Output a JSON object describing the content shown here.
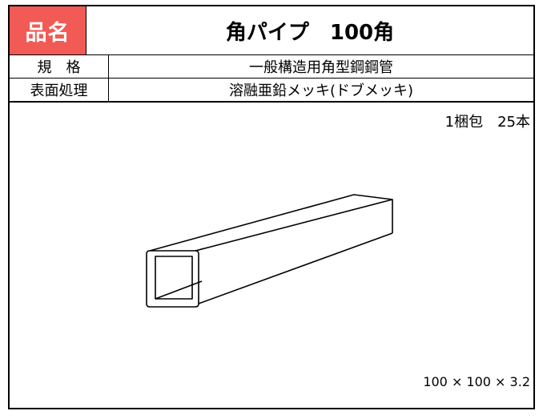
{
  "product": {
    "name_label": "品名",
    "name_value": "角パイプ　100角"
  },
  "specs": [
    {
      "label": "規　格",
      "value": "一般構造用角型鋼鋼管"
    },
    {
      "label": "表面処理",
      "value": "溶融亜鉛メッキ(ドブメッキ)"
    }
  ],
  "packaging": "1梱包　25本",
  "dimensions": "100 × 100 × 3.2",
  "colors": {
    "accent": "#f25a55"
  }
}
